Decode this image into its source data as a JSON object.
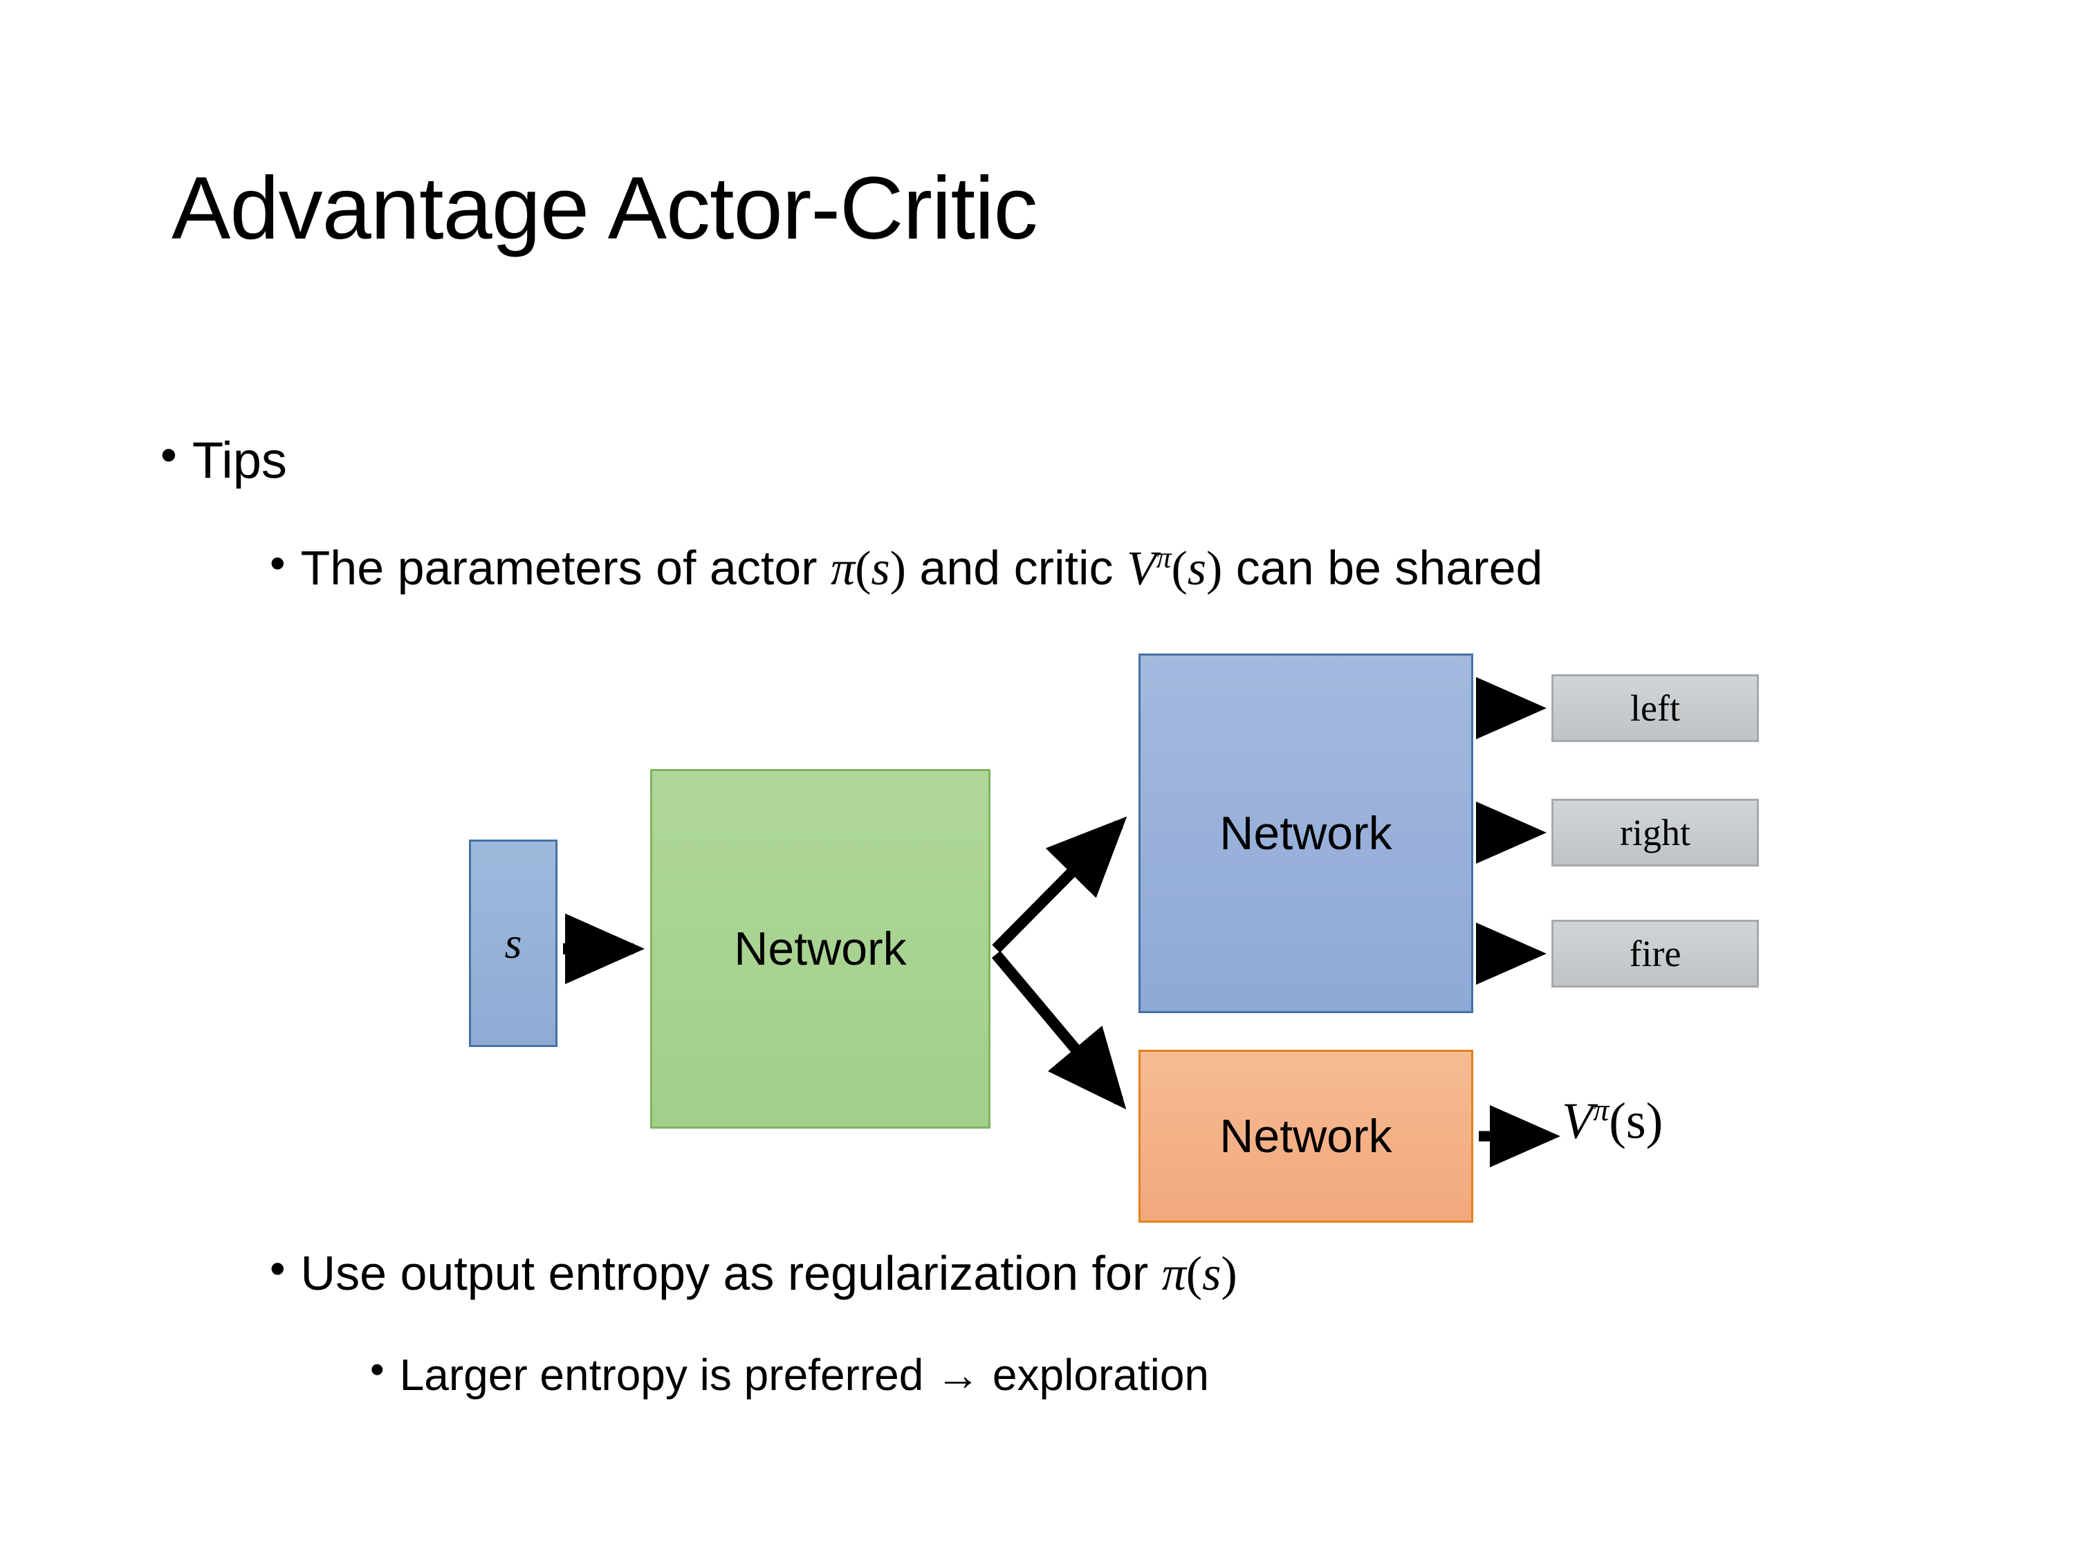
{
  "slide": {
    "title": "Advantage Actor-Critic",
    "background_color": "#FFFFFF"
  },
  "bullets": [
    {
      "level": 1,
      "marker": "•",
      "text": "Tips"
    },
    {
      "level": 2,
      "marker": "•",
      "text_before_math_1": "The parameters of actor ",
      "math_1": "π(s)",
      "text_between": "  and critic ",
      "math_2": "Vπ(s)",
      "text_after": " can be shared",
      "full_text": "The parameters of actor π(s)  and critic Vπ(s) can be shared"
    },
    {
      "level": 2,
      "marker": "•",
      "text_before_math": "Use output entropy as regularization for ",
      "math": "π(s)",
      "full_text": "Use output entropy as regularization for π(s)"
    },
    {
      "level": 3,
      "marker": "•",
      "text": "Larger entropy is preferred → exploration",
      "arrow_glyph": "→"
    }
  ],
  "diagram": {
    "input_box": {
      "label": "s",
      "fill": "#95B3D7",
      "stroke": "#4471A6"
    },
    "shared_network": {
      "label": "Network",
      "fill": "#A9D18E",
      "stroke": "#7FB55F"
    },
    "actor_network": {
      "label": "Network",
      "fill": "#95B3D7",
      "stroke": "#4471A6"
    },
    "critic_network": {
      "label": "Network",
      "fill": "#F4B183",
      "stroke": "#E2801F"
    },
    "actions": [
      {
        "label": "left",
        "fill": "#C8CCCE",
        "stroke": "#A5A9AB"
      },
      {
        "label": "right",
        "fill": "#C8CCCE",
        "stroke": "#A5A9AB"
      },
      {
        "label": "fire",
        "fill": "#C8CCCE",
        "stroke": "#A5A9AB"
      }
    ],
    "critic_output": {
      "base": "V",
      "superscript": "π",
      "argument": "(s)",
      "label": "Vπ(s)"
    },
    "arrow_color": "#000000"
  },
  "math_symbols": {
    "pi": "π",
    "s": "s",
    "V": "V",
    "lparen": "(",
    "rparen": ")"
  }
}
